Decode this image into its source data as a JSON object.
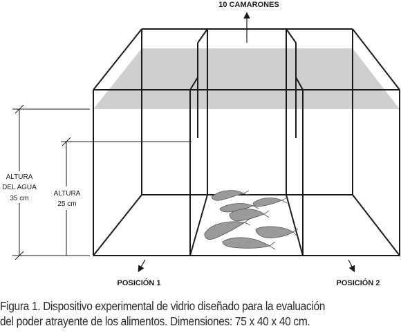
{
  "labels": {
    "top": "10 CAMARONES",
    "water_height_line1": "ALTURA",
    "water_height_line2": "DEL AGUA",
    "water_height_value": "35 cm",
    "height_line1": "ALTURA",
    "height_value": "25 cm",
    "position1": "POSICIÓN 1",
    "position2": "POSICIÓN 2"
  },
  "caption": {
    "line1": "Figura 1. Dispositivo experimental de vidrio diseñado para la evaluación",
    "line2": "del poder atrayente de los alimentos. Dimensiones: 75 x 40 x 40 cm."
  },
  "colors": {
    "water": "#cfcfcf",
    "line": "#1a1a1a",
    "shrimp": "#9a9a9a"
  }
}
